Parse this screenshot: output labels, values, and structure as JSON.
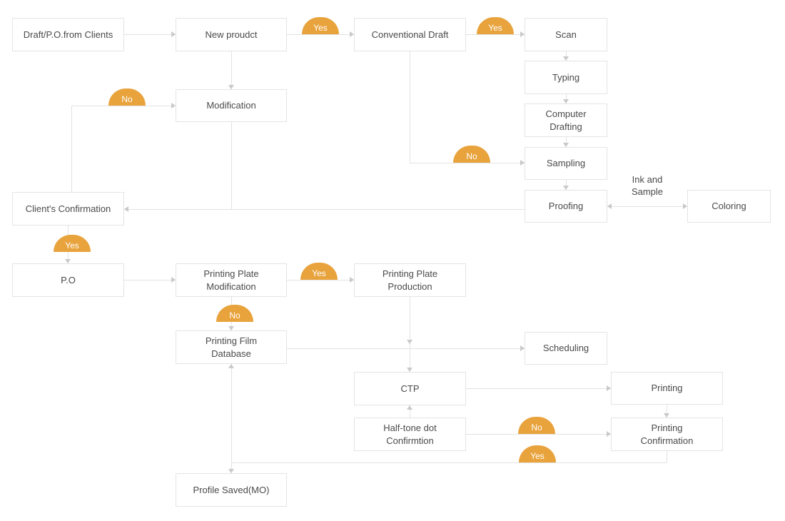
{
  "diagram": {
    "colors": {
      "badge": "#E8A33D",
      "badge_text": "#ffffff",
      "line": "#e2e2e2",
      "arrow": "#c9c9c9",
      "node_border": "#e4e4e4",
      "node_bg": "#ffffff",
      "text": "#4a4a4a",
      "canvas_bg": "#ffffff"
    },
    "nodes": [
      {
        "id": "draft-po-from-clients",
        "label": "Draft/P.O.from Clients"
      },
      {
        "id": "new-product",
        "label": "New proudct"
      },
      {
        "id": "conventional-draft",
        "label": "Conventional Draft"
      },
      {
        "id": "scan",
        "label": "Scan"
      },
      {
        "id": "typing",
        "label": "Typing"
      },
      {
        "id": "computer-drafting",
        "label": "Computer\nDrafting"
      },
      {
        "id": "modification",
        "label": "Modification"
      },
      {
        "id": "sampling",
        "label": "Sampling"
      },
      {
        "id": "proofing",
        "label": "Proofing"
      },
      {
        "id": "coloring",
        "label": "Coloring"
      },
      {
        "id": "clients-confirmation",
        "label": "Client's Confirmation"
      },
      {
        "id": "po",
        "label": "P.O"
      },
      {
        "id": "printing-plate-modification",
        "label": "Printing Plate\nModification"
      },
      {
        "id": "printing-plate-production",
        "label": "Printing Plate\nProduction"
      },
      {
        "id": "printing-film-database",
        "label": "Printing Film\nDatabase"
      },
      {
        "id": "scheduling",
        "label": "Scheduling"
      },
      {
        "id": "ctp",
        "label": "CTP"
      },
      {
        "id": "printing",
        "label": "Printing"
      },
      {
        "id": "half-tone-dot-confirmation",
        "label": "Half-tone dot\nConfirmtion"
      },
      {
        "id": "printing-confirmation",
        "label": "Printing\nConfirmation"
      },
      {
        "id": "profile-saved-mo",
        "label": "Profile Saved(MO)"
      }
    ],
    "badges": [
      {
        "label": "Yes"
      },
      {
        "label": "Yes"
      },
      {
        "label": "No"
      },
      {
        "label": "No"
      },
      {
        "label": "Yes"
      },
      {
        "label": "Yes"
      },
      {
        "label": "No"
      },
      {
        "label": "No"
      },
      {
        "label": "Yes"
      }
    ],
    "labels": [
      {
        "id": "ink-and-sample",
        "label": "Ink and\nSample"
      }
    ]
  }
}
